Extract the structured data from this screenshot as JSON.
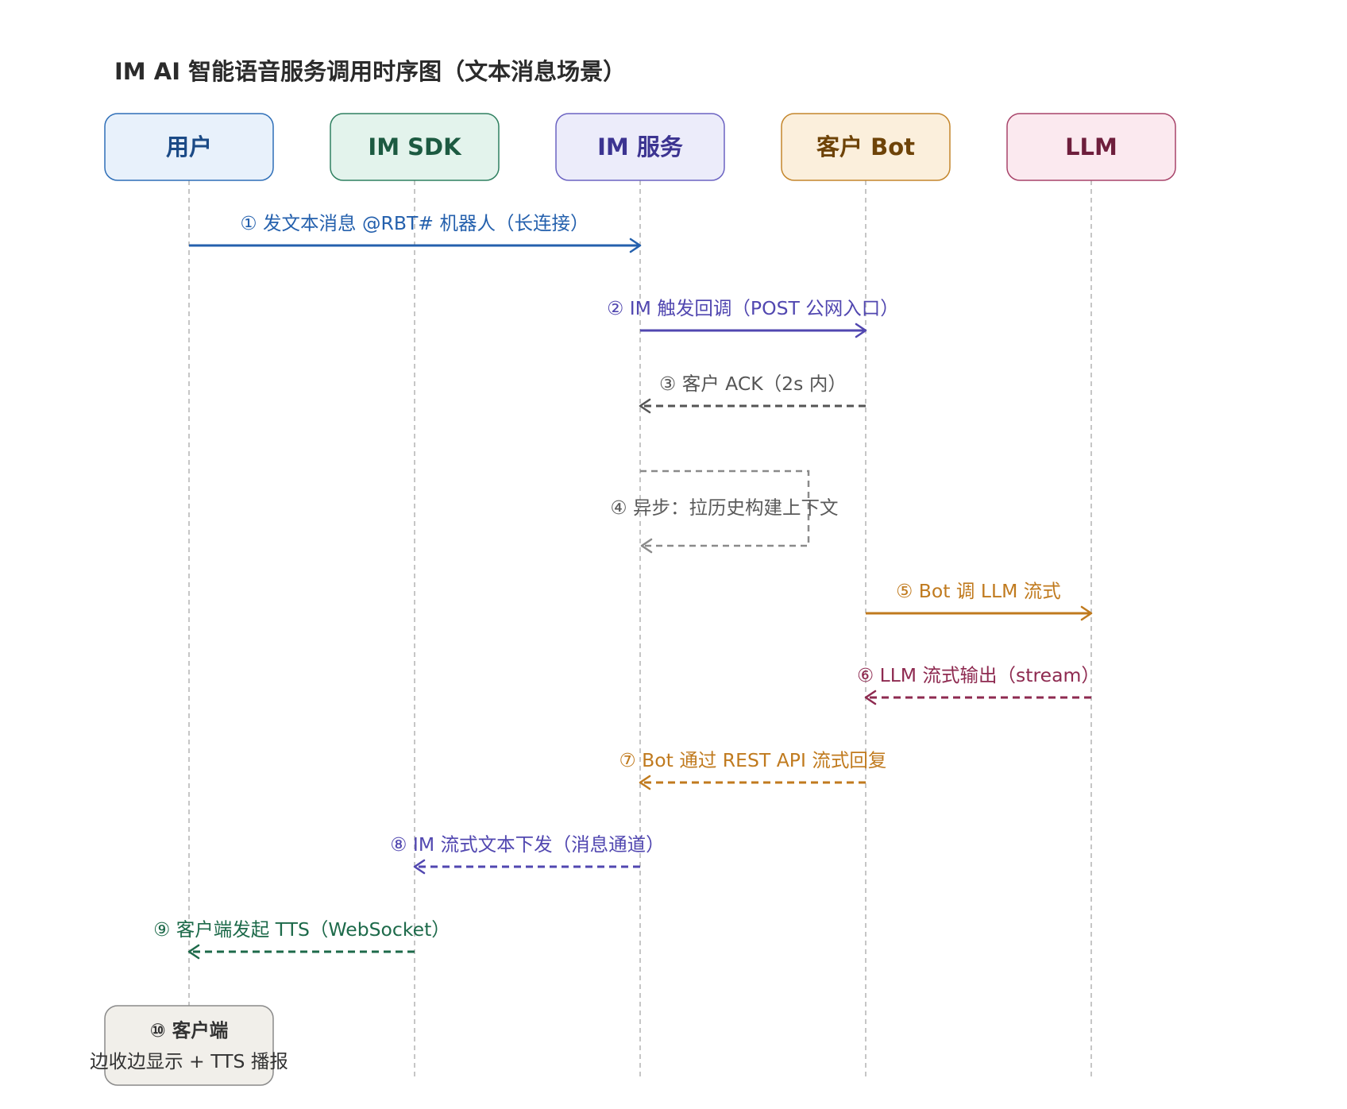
{
  "title": "IM AI 智能语音服务调用时序图（文本消息场景）",
  "participants": [
    {
      "id": "user",
      "label": "用户",
      "fill": "#E8F1FB",
      "stroke": "#2F6FB8",
      "text": "#1B4A86"
    },
    {
      "id": "sdk",
      "label": "IM SDK",
      "fill": "#E3F3EC",
      "stroke": "#2F8060",
      "text": "#1C5A41"
    },
    {
      "id": "im",
      "label": "IM 服务",
      "fill": "#ECECFA",
      "stroke": "#6B63C2",
      "text": "#3C3491"
    },
    {
      "id": "bot",
      "label": "客户 Bot",
      "fill": "#FBEFDC",
      "stroke": "#C4862C",
      "text": "#6E4308"
    },
    {
      "id": "llm",
      "label": "LLM",
      "fill": "#FBE9EF",
      "stroke": "#A8446A",
      "text": "#6E1E3C"
    }
  ],
  "messages": [
    {
      "label": "① 发文本消息 @RBT# 机器人（长连接）",
      "from": "user",
      "to": "im",
      "dashed": false,
      "color": "#2460AD"
    },
    {
      "label": "② IM 触发回调（POST 公网入口）",
      "from": "im",
      "to": "bot",
      "dashed": false,
      "color": "#5147B0"
    },
    {
      "label": "③ 客户 ACK（2s 内）",
      "from": "bot",
      "to": "im",
      "dashed": true,
      "color": "#555555"
    },
    {
      "label": "④ 异步：拉历史构建上下文",
      "from": "im",
      "to": "im",
      "dashed": true,
      "self": true,
      "color": "#8a8a8a"
    },
    {
      "label": "⑤ Bot 调 LLM 流式",
      "from": "bot",
      "to": "llm",
      "dashed": false,
      "color": "#C07A1E"
    },
    {
      "label": "⑥ LLM 流式输出（stream）",
      "from": "llm",
      "to": "bot",
      "dashed": true,
      "color": "#8E2A50"
    },
    {
      "label": "⑦ Bot 通过 REST API 流式回复",
      "from": "bot",
      "to": "im",
      "dashed": true,
      "color": "#C07A1E"
    },
    {
      "label": "⑧ IM 流式文本下发（消息通道）",
      "from": "im",
      "to": "sdk",
      "dashed": true,
      "color": "#5147B0"
    },
    {
      "label": "⑨ 客户端发起 TTS（WebSocket）",
      "from": "sdk",
      "to": "user",
      "dashed": true,
      "color": "#1D6A4A"
    }
  ],
  "note": {
    "over": "user",
    "line1": "⑩ 客户端",
    "line2": "边收边显示 + TTS 播报",
    "fill": "#F1EFEA",
    "stroke": "#8a8a8a"
  }
}
